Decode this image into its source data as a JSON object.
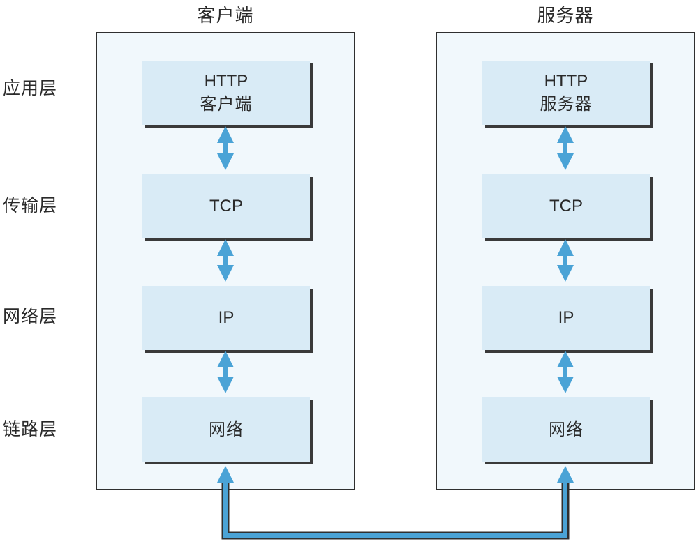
{
  "columns": {
    "client": {
      "title": "客户端"
    },
    "server": {
      "title": "服务器"
    }
  },
  "layer_labels": {
    "application": "应用层",
    "transport": "传输层",
    "network": "网络层",
    "link": "链路层"
  },
  "client_stack": {
    "application": {
      "line1": "HTTP",
      "line2": "客户端"
    },
    "transport": {
      "label": "TCP"
    },
    "network": {
      "label": "IP"
    },
    "link": {
      "label": "网络"
    }
  },
  "server_stack": {
    "application": {
      "line1": "HTTP",
      "line2": "服务器"
    },
    "transport": {
      "label": "TCP"
    },
    "network": {
      "label": "IP"
    },
    "link": {
      "label": "网络"
    }
  },
  "colors": {
    "arrow": "#4aa3d6",
    "panel": "#f1f8fc",
    "box": "#d9ebf6",
    "shadow": "#3a3a3a"
  }
}
